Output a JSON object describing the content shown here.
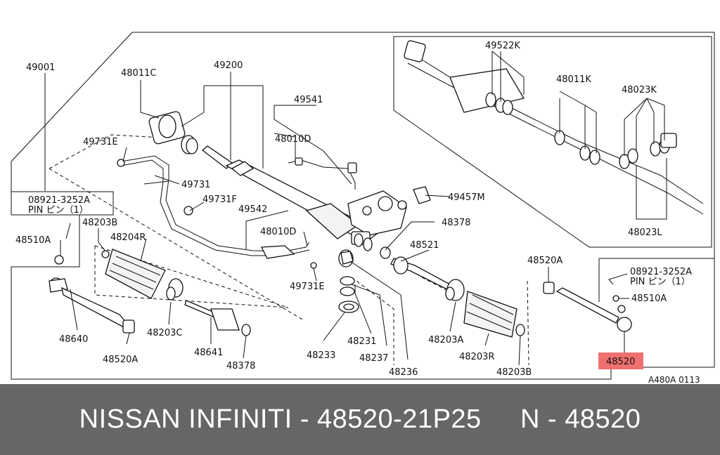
{
  "diagram": {
    "code": "A480A 0113",
    "highlight_color": "#f07070",
    "labels": {
      "p49001": "49001",
      "p48011c": "48011C",
      "p49200": "49200",
      "p49541": "49541",
      "p49731e_top": "49731E",
      "p48010d_top": "48010D",
      "p49731": "49731",
      "p49731f": "49731F",
      "p49542": "49542",
      "p48010d_mid": "48010D",
      "p49457m": "49457M",
      "p48378_top": "48378",
      "p48521": "48521",
      "p49731e_low": "49731E",
      "pin_code_left": "08921-3252A",
      "pin_text_left": "PIN ピン（1）",
      "p48203b_left": "48203B",
      "p48204r": "48204R",
      "p48510a_left": "48510A",
      "p48640": "48640",
      "p48520a_left": "48520A",
      "p48203c": "48203C",
      "p48641": "48641",
      "p48378_low": "48378",
      "p48233": "48233",
      "p48231": "48231",
      "p48237": "48237",
      "p48236": "48236",
      "p48203a": "48203A",
      "p48203r": "48203R",
      "p48203b_right": "48203B",
      "p48520a_right": "48520A",
      "pin_code_right": "08921-3252A",
      "pin_text_right": "PIN ピン（1）",
      "p48510a_right": "48510A",
      "p48520": "48520",
      "p49522k": "49522K",
      "p48011k": "48011K",
      "p48023k": "48023K",
      "p48023l": "48023L"
    }
  },
  "banner": {
    "text": "NISSAN INFINITI - 48520-21P25     N - 48520",
    "background": "#666666",
    "color": "#ffffff"
  }
}
